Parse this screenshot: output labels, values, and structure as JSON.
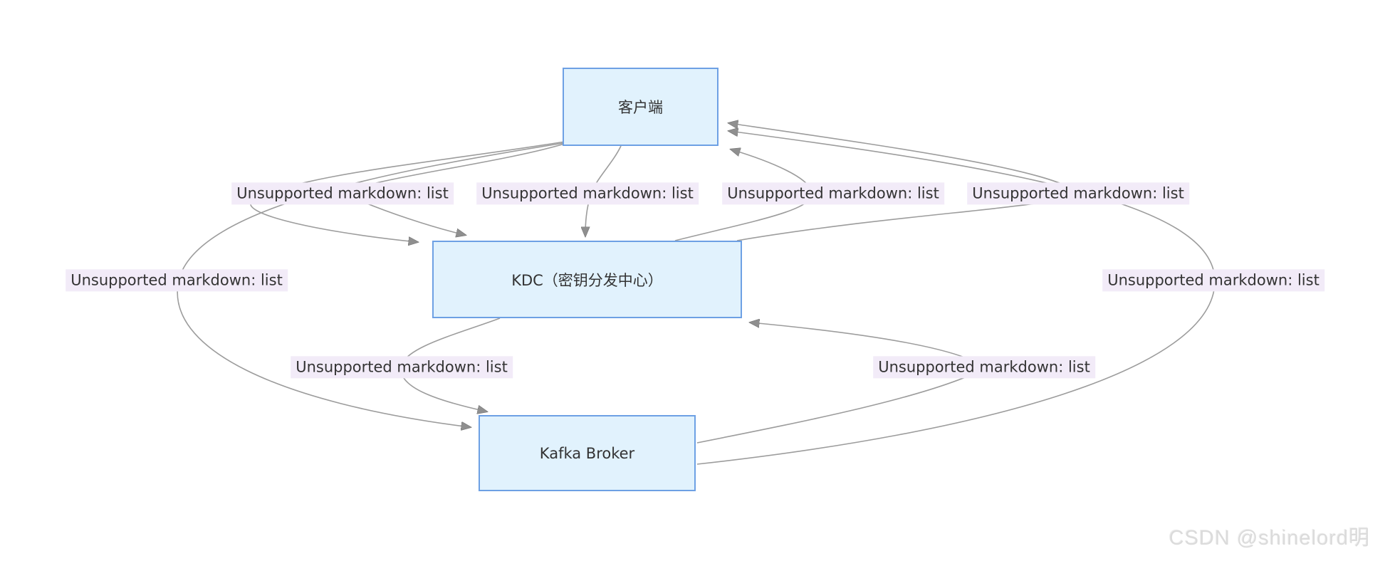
{
  "diagram": {
    "nodes": {
      "client": {
        "label": "客户端"
      },
      "kdc": {
        "label": "KDC（密钥分发中心）"
      },
      "broker": {
        "label": "Kafka Broker"
      }
    },
    "edge_labels": [
      "Unsupported markdown: list",
      "Unsupported markdown: list",
      "Unsupported markdown: list",
      "Unsupported markdown: list",
      "Unsupported markdown: list",
      "Unsupported markdown: list",
      "Unsupported markdown: list",
      "Unsupported markdown: list"
    ]
  },
  "watermark": {
    "text": "CSDN @shinelord明"
  },
  "colors": {
    "node_fill": "#E1F2FD",
    "node_border": "#6DA0E4",
    "edge": "#9C9C9C",
    "edge_label_bg": "#F2EBF8",
    "text": "#333333",
    "watermark": "#DBDBDB"
  }
}
